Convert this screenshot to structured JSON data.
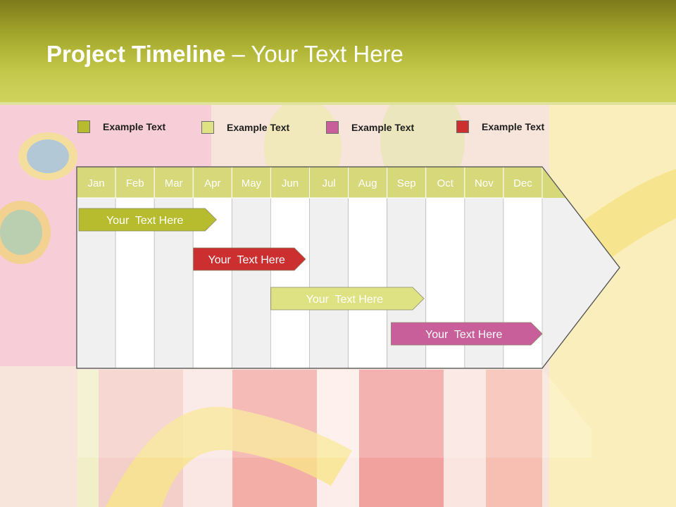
{
  "slide": {
    "title_bold": "Project Timeline",
    "title_rest": " – Your Text Here"
  },
  "legend": [
    {
      "label": "Example Text",
      "color": "#b6bc2e"
    },
    {
      "label": "Example Text",
      "color": "#dfe283"
    },
    {
      "label": "Example Text",
      "color": "#c85f9a"
    },
    {
      "label": "Example Text",
      "color": "#cc2f2f"
    }
  ],
  "timeline": {
    "months": [
      "Jan",
      "Feb",
      "Mar",
      "Apr",
      "May",
      "Jun",
      "Jul",
      "Aug",
      "Sep",
      "Oct",
      "Nov",
      "Dec"
    ],
    "header_color": "#d6d87a",
    "tasks": [
      {
        "label": "Your  Text Here",
        "start": 0.0,
        "end": 3.6,
        "color": "#b6bc2e"
      },
      {
        "label": "Your  Text Here",
        "start": 2.95,
        "end": 5.9,
        "color": "#cc2f2f"
      },
      {
        "label": "Your  Text Here",
        "start": 4.95,
        "end": 8.95,
        "color": "#dfe283"
      },
      {
        "label": "Your  Text Here",
        "start": 8.05,
        "end": 12.0,
        "color": "#c85f9a"
      }
    ]
  }
}
